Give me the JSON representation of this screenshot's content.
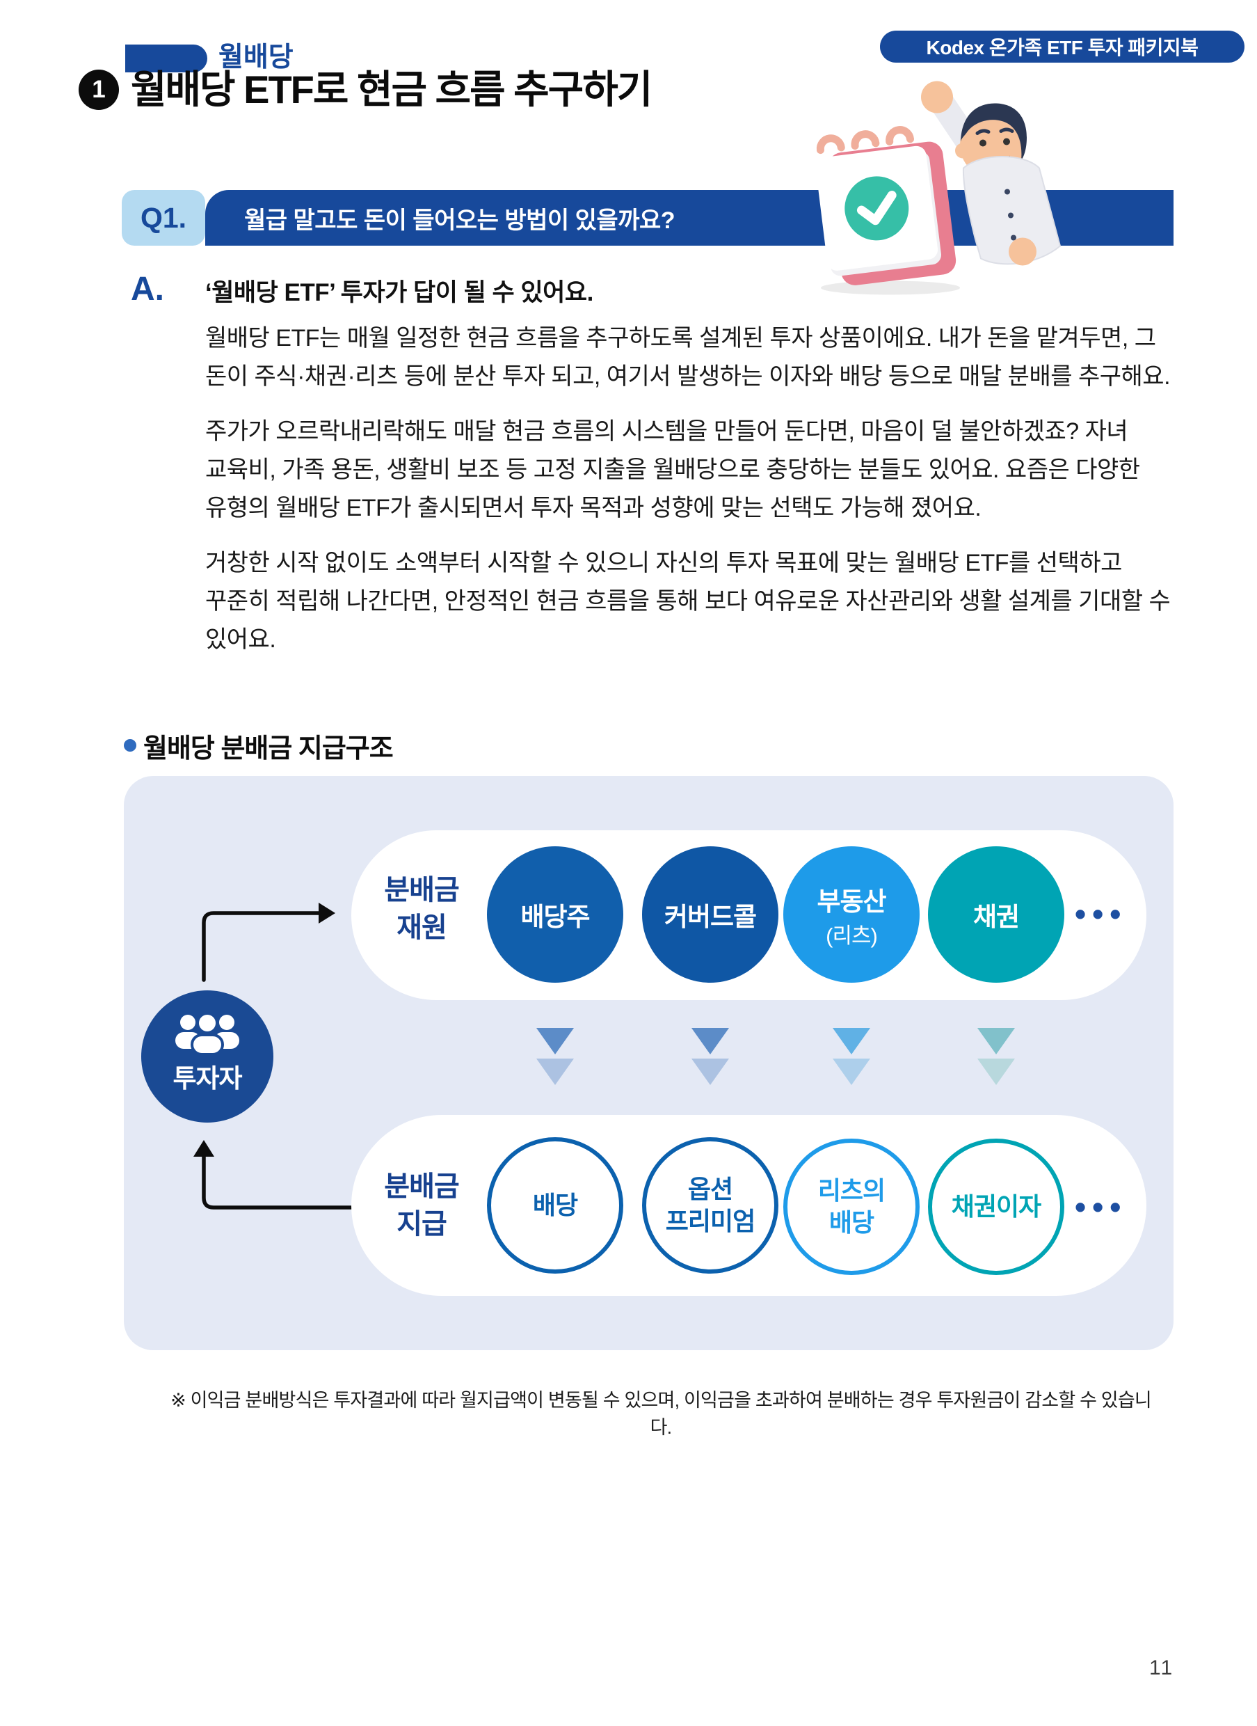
{
  "colors": {
    "brand_navy": "#17499B",
    "q_badge_bg": "#B4DAF1",
    "panel_bg": "#E4E9F5",
    "label_navy": "#17418F",
    "dots_navy": "#1D4FA1",
    "heading_dot": "#2F6BBF",
    "investor_navy": "#1A4A94",
    "source_dividend_stock": "#115FAC",
    "source_covered_call": "#0F57A5",
    "source_reits": "#1E9BE9",
    "source_bond": "#00A4B4",
    "payout_dividend": "#0B61AE",
    "payout_option": "#0B61AE",
    "payout_reits": "#1E9BE9",
    "payout_bond": "#00A4B4",
    "tri1_top": "#5C8CC8",
    "tri1_bottom": "#ACC2E2",
    "tri2_top": "#5C8CC8",
    "tri2_bottom": "#ACC2E2",
    "tri3_top": "#60B1E5",
    "tri3_bottom": "#ADCFEB",
    "tri4_top": "#81C1CB",
    "tri4_bottom": "#B8D8DD"
  },
  "header": {
    "tag": "월배당",
    "brand_pill": "Kodex 온가족 ETF 투자 패키지북"
  },
  "title": {
    "number": "1",
    "text": "월배당 ETF로 현금 흐름 추구하기"
  },
  "q1": {
    "label": "Q1.",
    "question": "월급 말고도 돈이 들어오는 방법이 있을까요?"
  },
  "answer": {
    "label": "A.",
    "headline": "‘월배당 ETF’ 투자가 답이 될 수 있어요.",
    "paragraphs": [
      "월배당 ETF는 매월 일정한 현금 흐름을 추구하도록 설계된 투자 상품이에요. 내가 돈을 맡겨두면, 그 돈이 주식·채권·리츠 등에 분산 투자 되고, 여기서 발생하는 이자와 배당 등으로 매달 분배를 추구해요.",
      "주가가 오르락내리락해도 매달 현금 흐름의 시스템을 만들어 둔다면, 마음이 덜 불안하겠죠? 자녀 교육비, 가족 용돈, 생활비 보조 등 고정 지출을 월배당으로 충당하는 분들도 있어요. 요즘은 다양한 유형의 월배당 ETF가 출시되면서 투자 목적과 성향에 맞는 선택도 가능해 졌어요.",
      "거창한 시작 없이도 소액부터 시작할 수 있으니 자신의 투자 목표에 맞는 월배당 ETF를 선택하고 꾸준히 적립해 나간다면, 안정적인 현금 흐름을 통해 보다 여유로운 자산관리와 생활 설계를 기대할 수 있어요."
    ]
  },
  "diagram": {
    "heading": "월배당 분배금 지급구조",
    "investor": "투자자",
    "sources_label": {
      "line1": "분배금",
      "line2": "재원"
    },
    "payouts_label": {
      "line1": "분배금",
      "line2": "지급"
    },
    "sources": [
      {
        "label": "배당주",
        "sub": ""
      },
      {
        "label": "커버드콜",
        "sub": ""
      },
      {
        "label": "부동산",
        "sub": "(리츠)"
      },
      {
        "label": "채권",
        "sub": ""
      }
    ],
    "payouts": [
      {
        "line1": "배당",
        "line2": ""
      },
      {
        "line1": "옵션",
        "line2": "프리미엄"
      },
      {
        "line1": "리츠의",
        "line2": "배당"
      },
      {
        "line1": "채권이자",
        "line2": ""
      }
    ],
    "ellipsis": "•••"
  },
  "footnote": "※ 이익금 분배방식은 투자결과에 따라 월지급액이 변동될 수 있으며, 이익금을 초과하여 분배하는 경우 투자원금이 감소할 수 있습니다.",
  "page_number": "11"
}
